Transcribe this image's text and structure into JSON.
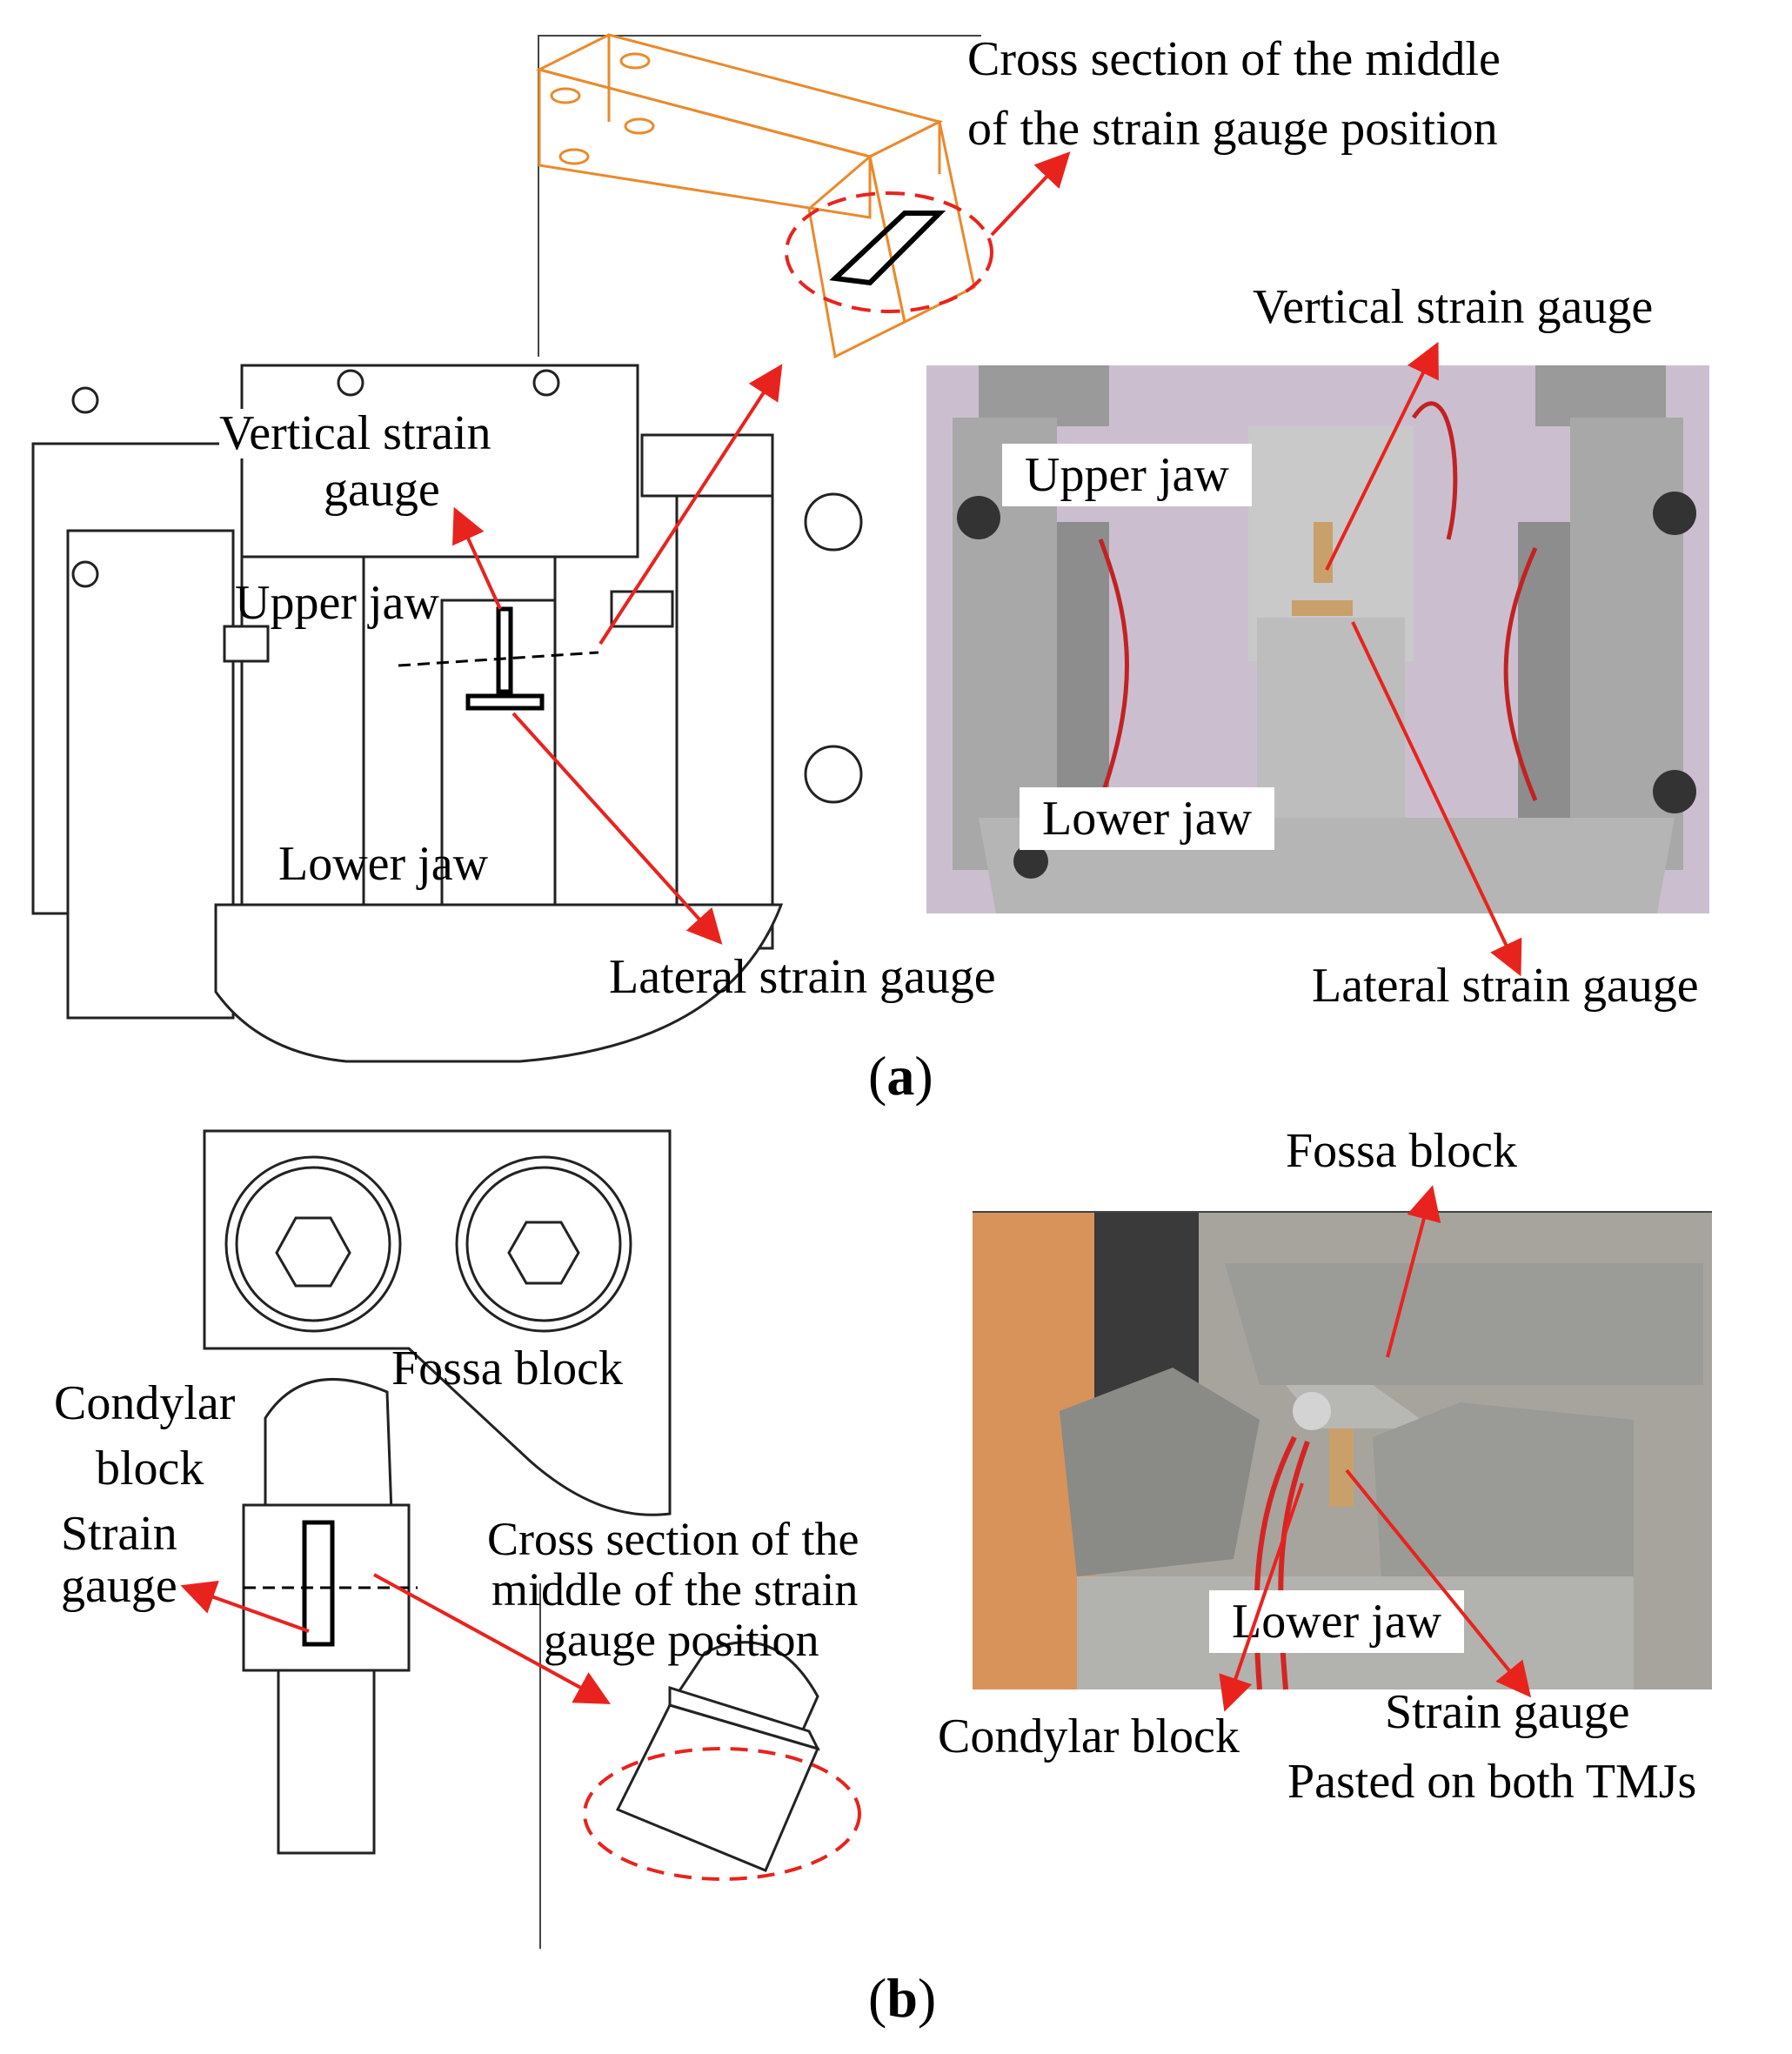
{
  "panel_a": {
    "caption_letter": "a",
    "cross_section_label_1": "Cross section of the middle",
    "cross_section_label_2": "of the strain gauge position",
    "cad": {
      "vertical_gauge_1": "Vertical strain",
      "vertical_gauge_2": "gauge",
      "upper_jaw": "Upper jaw",
      "lower_jaw": "Lower jaw",
      "lateral_gauge": "Lateral strain gauge"
    },
    "photo": {
      "vertical_gauge": "Vertical strain gauge",
      "upper_jaw": "Upper jaw",
      "lower_jaw": "Lower jaw",
      "lateral_gauge": "Lateral strain gauge"
    }
  },
  "panel_b": {
    "caption_letter": "b",
    "cad": {
      "fossa_block": "Fossa block",
      "condylar_block_1": "Condylar",
      "condylar_block_2": "block",
      "strain_gauge_1": "Strain",
      "strain_gauge_2": "gauge",
      "cross_section_1": "Cross section of the",
      "cross_section_2": "middle of the strain",
      "cross_section_3": "gauge position"
    },
    "photo": {
      "fossa_block": "Fossa block",
      "lower_jaw": "Lower jaw",
      "condylar_block": "Condylar block",
      "strain_gauge": "Strain gauge",
      "pasted_note": "Pasted on both TMJs"
    }
  },
  "colors": {
    "annotation_red": "#e8231e",
    "cad_orange": "#e98a2c",
    "photo_bg_a": "#cbbfcf",
    "photo_bg_b": "#a7a49d"
  }
}
